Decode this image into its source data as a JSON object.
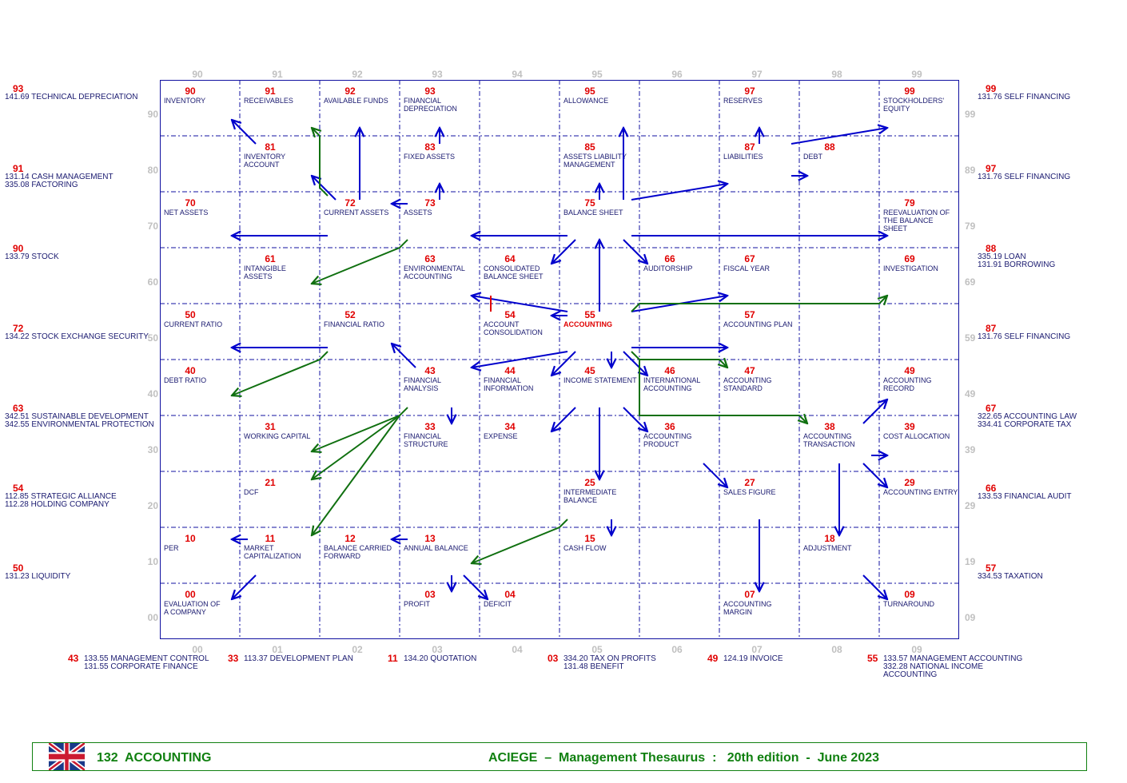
{
  "top_axis": [
    "90",
    "91",
    "92",
    "93",
    "94",
    "95",
    "96",
    "97",
    "98",
    "99"
  ],
  "bottom_axis": [
    "00",
    "01",
    "02",
    "03",
    "04",
    "05",
    "06",
    "07",
    "08",
    "09"
  ],
  "left_axis": [
    "90",
    "80",
    "70",
    "60",
    "50",
    "40",
    "30",
    "20",
    "10",
    "00"
  ],
  "right_axis": [
    "99",
    "89",
    "79",
    "69",
    "59",
    "49",
    "39",
    "29",
    "19",
    "09"
  ],
  "cells": [
    {
      "code": "90",
      "label": [
        "INVENTORY"
      ]
    },
    {
      "code": "91",
      "label": [
        "RECEIVABLES"
      ]
    },
    {
      "code": "92",
      "label": [
        "AVAILABLE FUNDS"
      ]
    },
    {
      "code": "93",
      "label": [
        "FINANCIAL",
        "DEPRECIATION"
      ]
    },
    {
      "code": "95",
      "label": [
        "ALLOWANCE"
      ]
    },
    {
      "code": "97",
      "label": [
        "RESERVES"
      ]
    },
    {
      "code": "99",
      "label": [
        "STOCKHOLDERS'",
        "EQUITY"
      ]
    },
    {
      "code": "81",
      "label": [
        "INVENTORY",
        "ACCOUNT"
      ]
    },
    {
      "code": "83",
      "label": [
        "FIXED ASSETS"
      ]
    },
    {
      "code": "85",
      "label": [
        "ASSETS LIABILITY",
        "MANAGEMENT"
      ]
    },
    {
      "code": "87",
      "label": [
        "LIABILITIES"
      ]
    },
    {
      "code": "88",
      "label": [
        "DEBT"
      ]
    },
    {
      "code": "70",
      "label": [
        "NET ASSETS"
      ]
    },
    {
      "code": "72",
      "label": [
        "CURRENT ASSETS"
      ]
    },
    {
      "code": "73",
      "label": [
        "ASSETS"
      ]
    },
    {
      "code": "75",
      "label": [
        "BALANCE SHEET"
      ]
    },
    {
      "code": "79",
      "label": [
        "REEVALUATION OF",
        "THE BALANCE",
        "SHEET"
      ]
    },
    {
      "code": "61",
      "label": [
        "INTANGIBLE",
        "ASSETS"
      ]
    },
    {
      "code": "63",
      "label": [
        "ENVIRONMENTAL",
        "ACCOUNTING"
      ]
    },
    {
      "code": "64",
      "label": [
        "CONSOLIDATED",
        "BALANCE SHEET"
      ]
    },
    {
      "code": "66",
      "label": [
        "AUDITORSHIP"
      ]
    },
    {
      "code": "67",
      "label": [
        "FISCAL YEAR"
      ]
    },
    {
      "code": "69",
      "label": [
        "INVESTIGATION"
      ]
    },
    {
      "code": "50",
      "label": [
        "CURRENT RATIO"
      ]
    },
    {
      "code": "52",
      "label": [
        "FINANCIAL RATIO"
      ]
    },
    {
      "code": "54",
      "label": [
        "ACCOUNT",
        "CONSOLIDATION"
      ]
    },
    {
      "code": "55",
      "label": [
        "ACCOUNTING"
      ],
      "highlight": true
    },
    {
      "code": "57",
      "label": [
        "ACCOUNTING PLAN"
      ]
    },
    {
      "code": "40",
      "label": [
        "DEBT RATIO"
      ]
    },
    {
      "code": "43",
      "label": [
        "FINANCIAL",
        "ANALYSIS"
      ]
    },
    {
      "code": "44",
      "label": [
        "FINANCIAL",
        "INFORMATION"
      ]
    },
    {
      "code": "45",
      "label": [
        "INCOME STATEMENT"
      ]
    },
    {
      "code": "46",
      "label": [
        "INTERNATIONAL",
        "ACCOUNTING"
      ]
    },
    {
      "code": "47",
      "label": [
        "ACCOUNTING",
        "STANDARD"
      ]
    },
    {
      "code": "49",
      "label": [
        "ACCOUNTING",
        "RECORD"
      ]
    },
    {
      "code": "31",
      "label": [
        "WORKING CAPITAL"
      ]
    },
    {
      "code": "33",
      "label": [
        "FINANCIAL",
        "STRUCTURE"
      ]
    },
    {
      "code": "34",
      "label": [
        "EXPENSE"
      ]
    },
    {
      "code": "36",
      "label": [
        "ACCOUNTING",
        "PRODUCT"
      ]
    },
    {
      "code": "38",
      "label": [
        "ACCOUNTING",
        "TRANSACTION"
      ]
    },
    {
      "code": "39",
      "label": [
        "COST ALLOCATION"
      ]
    },
    {
      "code": "21",
      "label": [
        "DCF"
      ]
    },
    {
      "code": "25",
      "label": [
        "INTERMEDIATE",
        "BALANCE"
      ]
    },
    {
      "code": "27",
      "label": [
        "SALES FIGURE"
      ]
    },
    {
      "code": "29",
      "label": [
        "ACCOUNTING ENTRY"
      ]
    },
    {
      "code": "10",
      "label": [
        "PER"
      ]
    },
    {
      "code": "11",
      "label": [
        "MARKET",
        "CAPITALIZATION"
      ]
    },
    {
      "code": "12",
      "label": [
        "BALANCE CARRIED",
        "FORWARD"
      ]
    },
    {
      "code": "13",
      "label": [
        "ANNUAL BALANCE"
      ]
    },
    {
      "code": "15",
      "label": [
        "CASH FLOW"
      ]
    },
    {
      "code": "18",
      "label": [
        "ADJUSTMENT"
      ]
    },
    {
      "code": "00",
      "label": [
        "EVALUATION OF",
        "A COMPANY"
      ]
    },
    {
      "code": "03",
      "label": [
        "PROFIT"
      ]
    },
    {
      "code": "04",
      "label": [
        "DEFICIT"
      ]
    },
    {
      "code": "07",
      "label": [
        "ACCOUNTING",
        "MARGIN"
      ]
    },
    {
      "code": "09",
      "label": [
        "TURNAROUND"
      ]
    }
  ],
  "left_refs": [
    {
      "num": "93",
      "lines": [
        "141.69 TECHNICAL DEPRECIATION"
      ]
    },
    {
      "num": "91",
      "lines": [
        "131.14 CASH MANAGEMENT",
        "335.08 FACTORING"
      ]
    },
    {
      "num": "90",
      "lines": [
        "133.79 STOCK"
      ]
    },
    {
      "num": "72",
      "lines": [
        "134.22 STOCK EXCHANGE SECURITY"
      ]
    },
    {
      "num": "63",
      "lines": [
        "342.51 SUSTAINABLE DEVELOPMENT",
        "342.55 ENVIRONMENTAL PROTECTION"
      ]
    },
    {
      "num": "54",
      "lines": [
        "112.85 STRATEGIC ALLIANCE",
        "112.28 HOLDING COMPANY"
      ]
    },
    {
      "num": "50",
      "lines": [
        "131.23 LIQUIDITY"
      ]
    }
  ],
  "right_refs": [
    {
      "num": "99",
      "lines": [
        "131.76 SELF FINANCING"
      ]
    },
    {
      "num": "97",
      "lines": [
        "131.76 SELF FINANCING"
      ]
    },
    {
      "num": "88",
      "lines": [
        "335.19 LOAN",
        "131.91 BORROWING"
      ]
    },
    {
      "num": "87",
      "lines": [
        "131.76 SELF FINANCING"
      ]
    },
    {
      "num": "67",
      "lines": [
        "322.65 ACCOUNTING LAW",
        "334.41 CORPORATE TAX"
      ]
    },
    {
      "num": "66",
      "lines": [
        "133.53 FINANCIAL AUDIT"
      ]
    },
    {
      "num": "57",
      "lines": [
        "334.53 TAXATION"
      ]
    }
  ],
  "bottom_refs": [
    {
      "num": "43",
      "lines": [
        "133.55 MANAGEMENT CONTROL",
        "131.55 CORPORATE FINANCE"
      ]
    },
    {
      "num": "33",
      "lines": [
        "113.37 DEVELOPMENT PLAN"
      ]
    },
    {
      "num": "11",
      "lines": [
        "134.20 QUOTATION"
      ]
    },
    {
      "num": "03",
      "lines": [
        "334.20 TAX ON PROFITS",
        "131.48 BENEFIT"
      ]
    },
    {
      "num": "49",
      "lines": [
        "124.19 INVOICE"
      ]
    },
    {
      "num": "55",
      "lines": [
        "133.57 MANAGEMENT ACCOUNTING",
        "332.28 NATIONAL INCOME",
        "ACCOUNTING"
      ]
    }
  ],
  "footer": {
    "code_title": "132  ACCOUNTING",
    "publisher": "ACIEGE  –  Management Thesaurus  :   20th edition  -  June 2023",
    "flag_icon": "uk-flag-icon"
  },
  "colors": {
    "grid": "#1010a0",
    "arrow_blue": "#0000cc",
    "arrow_green": "#107010",
    "number_red": "#e00000",
    "axis_grey": "#c0c0c0"
  }
}
